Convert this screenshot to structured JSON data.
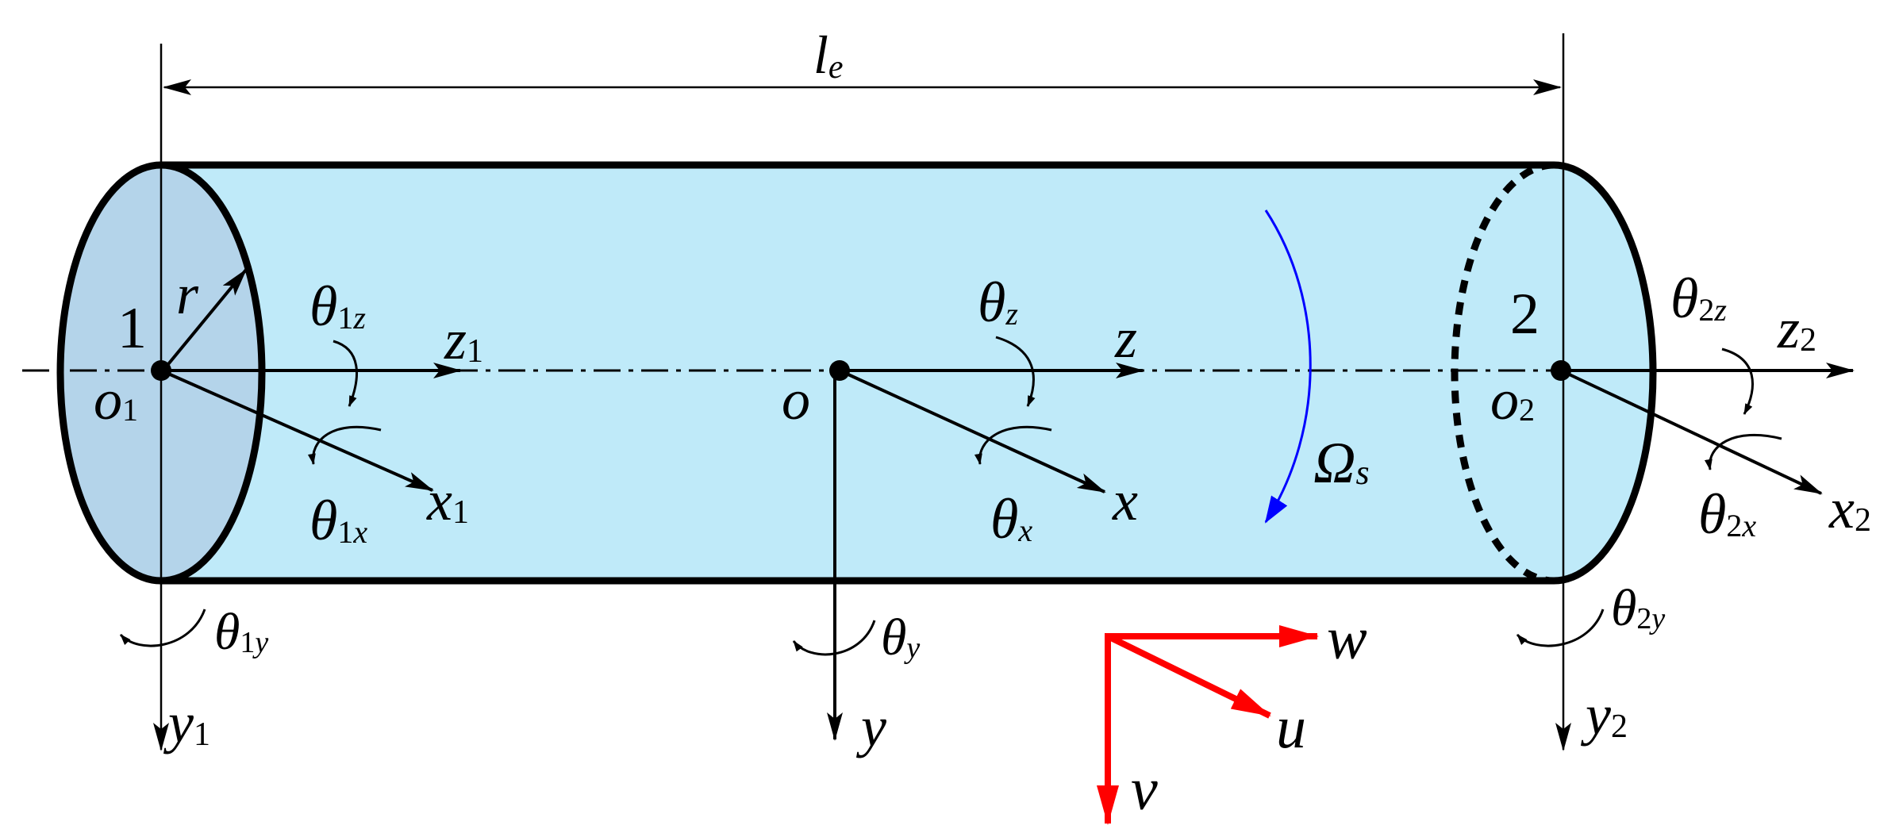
{
  "colors": {
    "cylinder_fill": "#bfeaf9",
    "end_face_fill": "#b4d4ea",
    "outline": "#000000",
    "rotation_arrow": "#0000ff",
    "local_axes": "#ff0000"
  },
  "labels": {
    "length": {
      "main": "l",
      "sub": "e"
    },
    "radius": "r",
    "node1": "1",
    "node2": "2",
    "o1": {
      "main": "o",
      "sub": "1"
    },
    "o": "o",
    "o2": {
      "main": "o",
      "sub": "2"
    },
    "z1": {
      "main": "z",
      "sub": "1"
    },
    "z": "z",
    "z2": {
      "main": "z",
      "sub": "2"
    },
    "x1": {
      "main": "x",
      "sub": "1"
    },
    "x": "x",
    "x2": {
      "main": "x",
      "sub": "2"
    },
    "y1": {
      "main": "y",
      "sub": "1"
    },
    "y": "y",
    "y2": {
      "main": "y",
      "sub": "2"
    },
    "theta1z": {
      "main": "θ",
      "sub1": "1",
      "sub2": "z"
    },
    "theta1x": {
      "main": "θ",
      "sub1": "1",
      "sub2": "x"
    },
    "theta1y": {
      "main": "θ",
      "sub1": "1",
      "sub2": "y"
    },
    "thetaz": {
      "main": "θ",
      "sub": "z"
    },
    "thetax": {
      "main": "θ",
      "sub": "x"
    },
    "thetay": {
      "main": "θ",
      "sub": "y"
    },
    "theta2z": {
      "main": "θ",
      "sub1": "2",
      "sub2": "z"
    },
    "theta2x": {
      "main": "θ",
      "sub1": "2",
      "sub2": "x"
    },
    "theta2y": {
      "main": "θ",
      "sub1": "2",
      "sub2": "y"
    },
    "omega": {
      "main": "Ω",
      "sub": "s"
    },
    "w": "w",
    "u": "u",
    "v": "v"
  }
}
